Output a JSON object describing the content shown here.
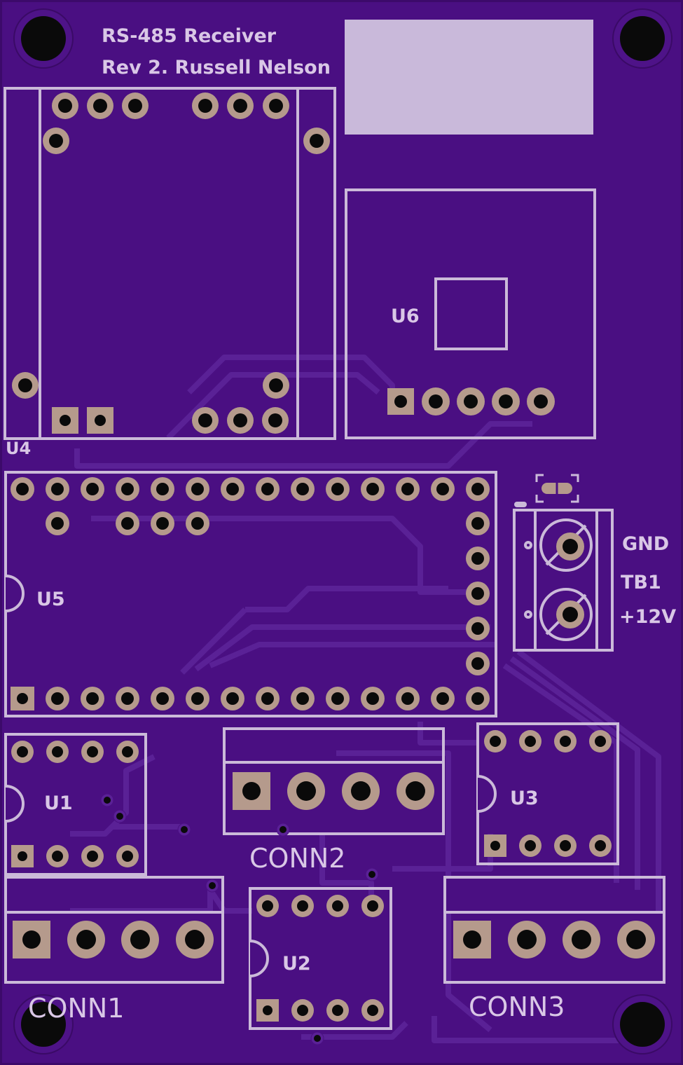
{
  "board": {
    "title_line1": "RS-485 Receiver",
    "title_line2": "Rev 2. Russell Nelson"
  },
  "colors": {
    "board": "#4a0f82",
    "board_edge": "#3c0a6a",
    "copper_trace": "#561c90",
    "silkscreen": "#cbbad9",
    "pad": "#b59a8c",
    "hole": "#0a0a0a",
    "label_area": "#c9b9da"
  },
  "components": {
    "u4": "U4",
    "u5": "U5",
    "u6": "U6",
    "u1": "U1",
    "u2": "U2",
    "u3": "U3",
    "tb1": "TB1",
    "conn1": "CONN1",
    "conn2": "CONN2",
    "conn3": "CONN3"
  },
  "terminal_labels": {
    "gnd": "GND",
    "v12": "+12V"
  }
}
